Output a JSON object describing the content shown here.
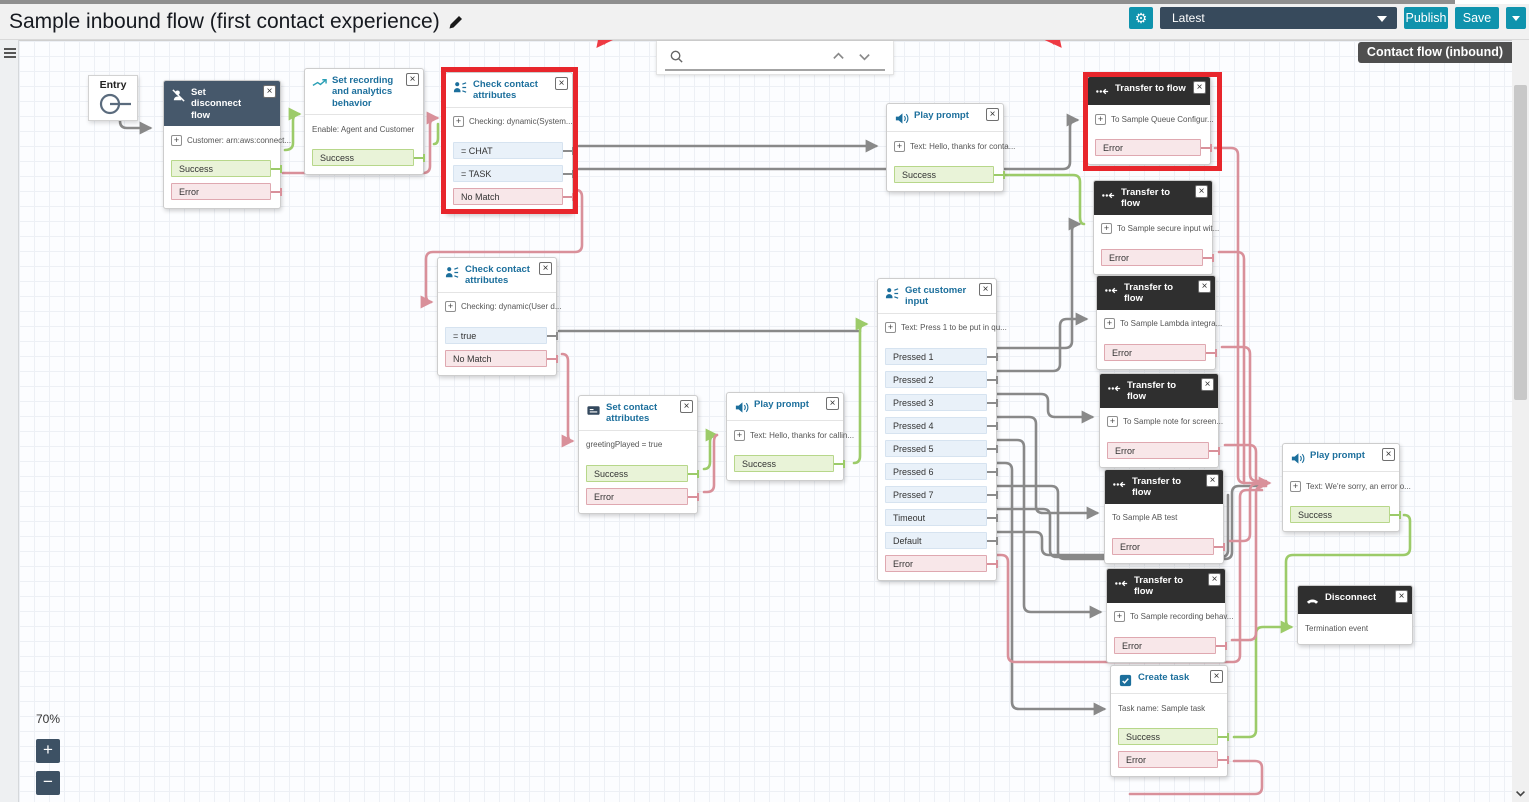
{
  "colors": {
    "accent_teal": "#0f93ad",
    "version_dropdown_navy": "#374a5c",
    "block_header_navy": "#46586b",
    "block_header_dark": "#2f2f2f",
    "block_title_blue": "#1c6f9c",
    "success_green": "#9ccb69",
    "error_pink": "#d9909a",
    "condition_blue_bg": "#e9f1f9",
    "highlight_red": "#e8262c",
    "badge_gray": "#4f4f4f"
  },
  "icons": {
    "plus": "+",
    "close": "×",
    "zoom_in": "+",
    "zoom_out": "−",
    "gear": "⚙"
  },
  "header": {
    "title": "Sample inbound flow (first contact experience)",
    "version_selector": "Latest",
    "publish_button": "Publish",
    "save_button": "Save"
  },
  "search": {
    "placeholder": "",
    "value": ""
  },
  "canvas": {
    "flow_type_badge": "Contact flow (inbound)",
    "zoom_level": "70%"
  },
  "blocks": {
    "entry": {
      "label": "Entry"
    },
    "set_disconnect_flow": {
      "title": "Set disconnect flow",
      "param": "Customer: arn:aws:connect...",
      "success": "Success",
      "error": "Error"
    },
    "set_recording": {
      "title": "Set recording and analytics behavior",
      "param": "Enable: Agent and Customer",
      "success": "Success"
    },
    "check_contact_attributes_1": {
      "title": "Check contact attributes",
      "param": "Checking: dynamic(System...",
      "row_chat": "= CHAT",
      "row_task": "= TASK",
      "no_match": "No Match"
    },
    "play_prompt_1": {
      "title": "Play prompt",
      "param": "Text: Hello, thanks for conta...",
      "success": "Success"
    },
    "transfer_1": {
      "title": "Transfer to flow",
      "param": "To Sample Queue Configur...",
      "error": "Error"
    },
    "transfer_2": {
      "title": "Transfer to flow",
      "param": "To Sample secure input wit...",
      "error": "Error"
    },
    "transfer_3": {
      "title": "Transfer to flow",
      "param": "To Sample Lambda integra...",
      "error": "Error"
    },
    "transfer_4": {
      "title": "Transfer to flow",
      "param": "To Sample note for screen...",
      "error": "Error"
    },
    "transfer_5": {
      "title": "Transfer to flow",
      "param": "To Sample AB test",
      "error": "Error"
    },
    "transfer_6": {
      "title": "Transfer to flow",
      "param": "To Sample recording behav...",
      "error": "Error"
    },
    "create_task": {
      "title": "Create task",
      "param": "Task name: Sample task",
      "success": "Success",
      "error": "Error"
    },
    "check_contact_attributes_2": {
      "title": "Check contact attributes",
      "param": "Checking: dynamic(User d...",
      "row_true": "= true",
      "no_match": "No Match"
    },
    "set_contact_attributes": {
      "title": "Set contact attributes",
      "param": "greetingPlayed = true",
      "success": "Success",
      "error": "Error"
    },
    "play_prompt_2": {
      "title": "Play prompt",
      "param": "Text: Hello, thanks for callin...",
      "success": "Success"
    },
    "get_customer_input": {
      "title": "Get customer input",
      "param": "Text: Press 1 to be put in qu...",
      "pressed_1": "Pressed 1",
      "pressed_2": "Pressed 2",
      "pressed_3": "Pressed 3",
      "pressed_4": "Pressed 4",
      "pressed_5": "Pressed 5",
      "pressed_6": "Pressed 6",
      "pressed_7": "Pressed 7",
      "timeout": "Timeout",
      "default": "Default",
      "error": "Error"
    },
    "play_prompt_3": {
      "title": "Play prompt",
      "param": "Text: We're sorry, an error o...",
      "success": "Success"
    },
    "disconnect": {
      "title": "Disconnect",
      "param": "Termination event"
    }
  }
}
